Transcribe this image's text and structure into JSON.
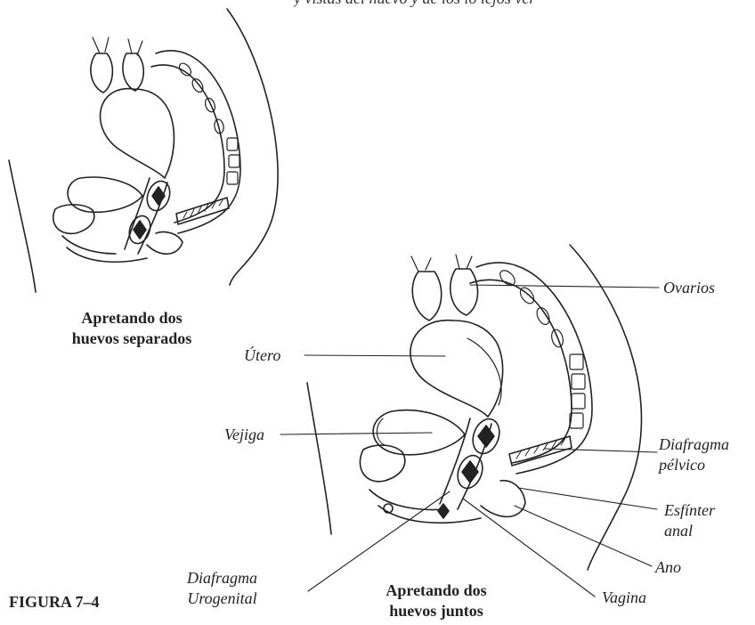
{
  "header_fragment": "y vistas del huevo y de los lo lejos ver",
  "figure_number": "FIGURA 7–4",
  "small_view": {
    "caption_line1": "Apretando dos",
    "caption_line2": "huevos separados"
  },
  "large_view": {
    "caption_line1": "Apretando dos",
    "caption_line2": "huevos juntos"
  },
  "labels": {
    "ovarios": "Ovarios",
    "utero": "Útero",
    "vejiga": "Vejiga",
    "diafragma_pelvico_1": "Diafragma",
    "diafragma_pelvico_2": "pélvico",
    "esfinter_anal_1": "Esfínter",
    "esfinter_anal_2": "anal",
    "ano": "Ano",
    "vagina": "Vagina",
    "diafragma_uro_1": "Diafragma",
    "diafragma_uro_2": "Urogenital"
  }
}
